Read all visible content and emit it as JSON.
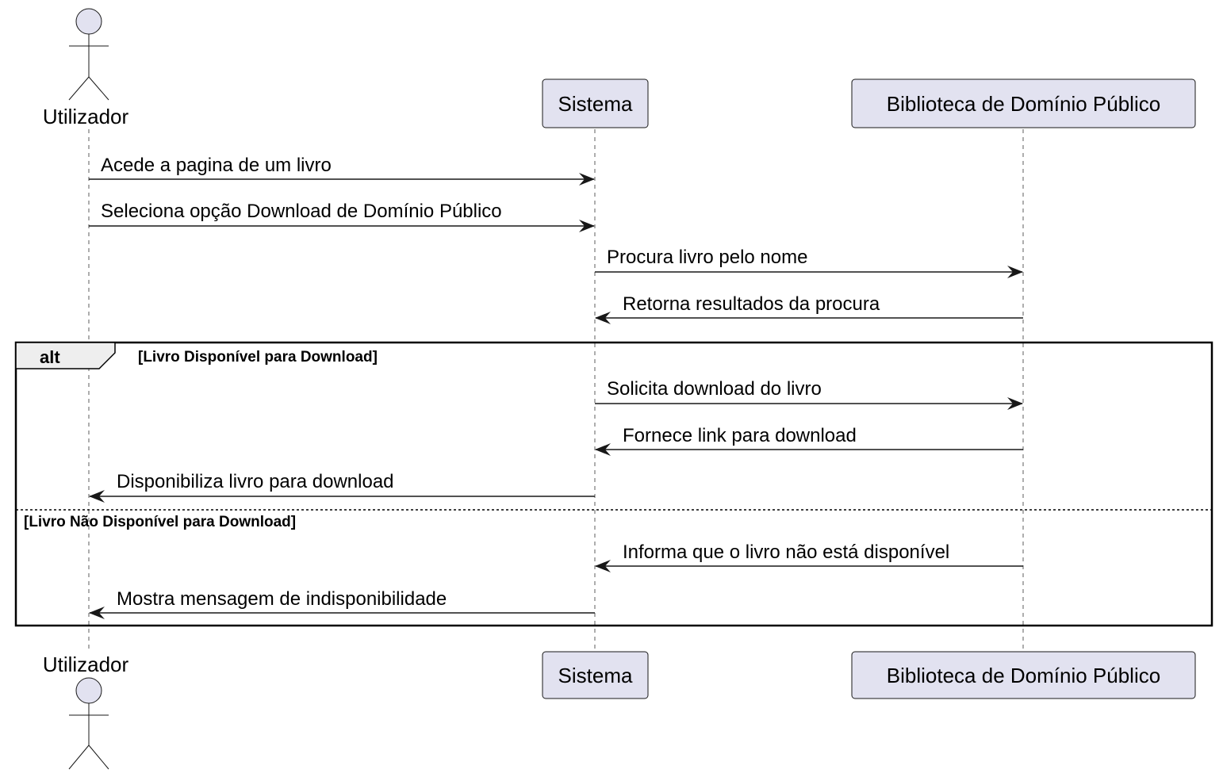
{
  "participants": [
    {
      "id": "utilizador",
      "name": "Utilizador",
      "kind": "actor"
    },
    {
      "id": "sistema",
      "name": "Sistema",
      "kind": "participant"
    },
    {
      "id": "biblioteca",
      "name": "Biblioteca de Domínio Público",
      "kind": "participant"
    }
  ],
  "messages": [
    {
      "from": "utilizador",
      "to": "sistema",
      "text": "Acede a pagina de um livro"
    },
    {
      "from": "utilizador",
      "to": "sistema",
      "text": "Seleciona opção Download de Domínio Público"
    },
    {
      "from": "sistema",
      "to": "biblioteca",
      "text": "Procura livro pelo nome"
    },
    {
      "from": "biblioteca",
      "to": "sistema",
      "text": "Retorna resultados da procura"
    },
    {
      "from": "sistema",
      "to": "biblioteca",
      "text": "Solicita download do livro"
    },
    {
      "from": "biblioteca",
      "to": "sistema",
      "text": "Fornece link para download"
    },
    {
      "from": "sistema",
      "to": "utilizador",
      "text": "Disponibiliza livro para download"
    },
    {
      "from": "biblioteca",
      "to": "sistema",
      "text": "Informa que o livro não está disponível"
    },
    {
      "from": "sistema",
      "to": "utilizador",
      "text": "Mostra mensagem de indisponibilidade"
    }
  ],
  "fragment": {
    "keyword": "alt",
    "guards": [
      "[Livro Disponível para Download]",
      "[Livro Não Disponível para Download]"
    ]
  },
  "colors": {
    "participant_fill": "#E2E2F0",
    "participant_stroke": "#181818",
    "line": "#181818",
    "lifeline": "#181818",
    "fragment_tab": "#EEEEEE"
  }
}
